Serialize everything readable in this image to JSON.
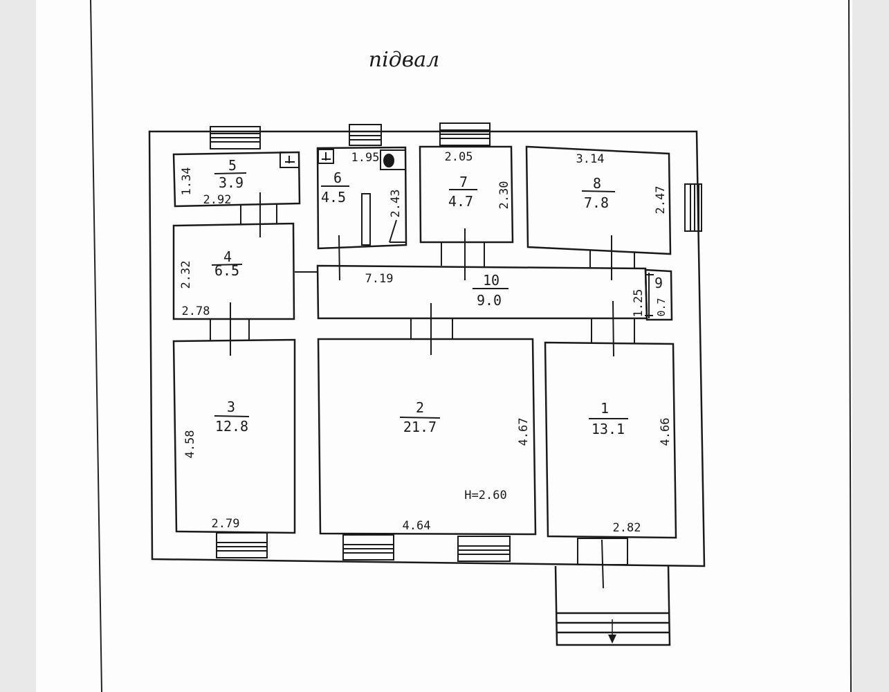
{
  "plan": {
    "title": "підвал",
    "height_note": "H=2.60",
    "rooms": {
      "r1": {
        "num": "1",
        "area": "13.1",
        "w": "2.82",
        "h": "4.66"
      },
      "r2": {
        "num": "2",
        "area": "21.7",
        "w": "4.64",
        "h": "4.67"
      },
      "r3": {
        "num": "3",
        "area": "12.8",
        "w": "2.79",
        "h": "4.58"
      },
      "r4": {
        "num": "4",
        "area": "6.5",
        "w": "2.78",
        "h": "2.32"
      },
      "r5": {
        "num": "5",
        "area": "3.9",
        "w": "2.92",
        "h": "1.34"
      },
      "r6": {
        "num": "6",
        "area": "4.5",
        "w": "1.95",
        "h": "2.43"
      },
      "r7": {
        "num": "7",
        "area": "4.7",
        "w": "2.05",
        "h": "2.30"
      },
      "r8": {
        "num": "8",
        "area": "7.8",
        "w": "3.14",
        "h": "2.47"
      },
      "r9": {
        "num": "9",
        "area": "0.7",
        "h": "1.25"
      },
      "r10": {
        "num": "10",
        "area": "9.0",
        "w": "7.19"
      }
    }
  }
}
